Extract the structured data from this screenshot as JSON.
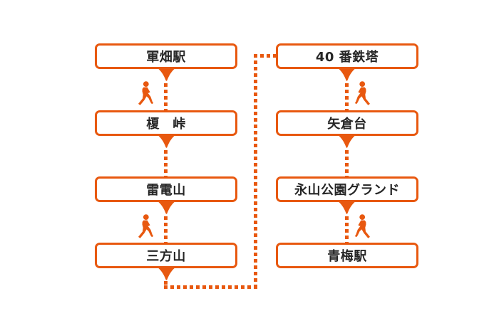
{
  "route": {
    "colors": {
      "accent": "#E8580F",
      "text": "#262626",
      "background": "#FFFFFF"
    },
    "left_column": [
      {
        "label": "軍畑駅"
      },
      {
        "label": "榎　峠"
      },
      {
        "label": "雷電山"
      },
      {
        "label": "三方山"
      }
    ],
    "right_column": [
      {
        "label": "40 番鉄塔"
      },
      {
        "label": "矢倉台"
      },
      {
        "label": "永山公園グランド"
      },
      {
        "label": "青梅駅"
      }
    ],
    "walk_segments": [
      {
        "from": "軍畑駅",
        "to": "榎　峠"
      },
      {
        "from": "雷電山",
        "to": "三方山"
      },
      {
        "from": "40 番鉄塔",
        "to": "矢倉台"
      },
      {
        "from": "永山公園グランド",
        "to": "青梅駅"
      }
    ],
    "icons": {
      "walker": "walking-person-icon",
      "arrow": "funnel-down-arrow-icon"
    }
  }
}
